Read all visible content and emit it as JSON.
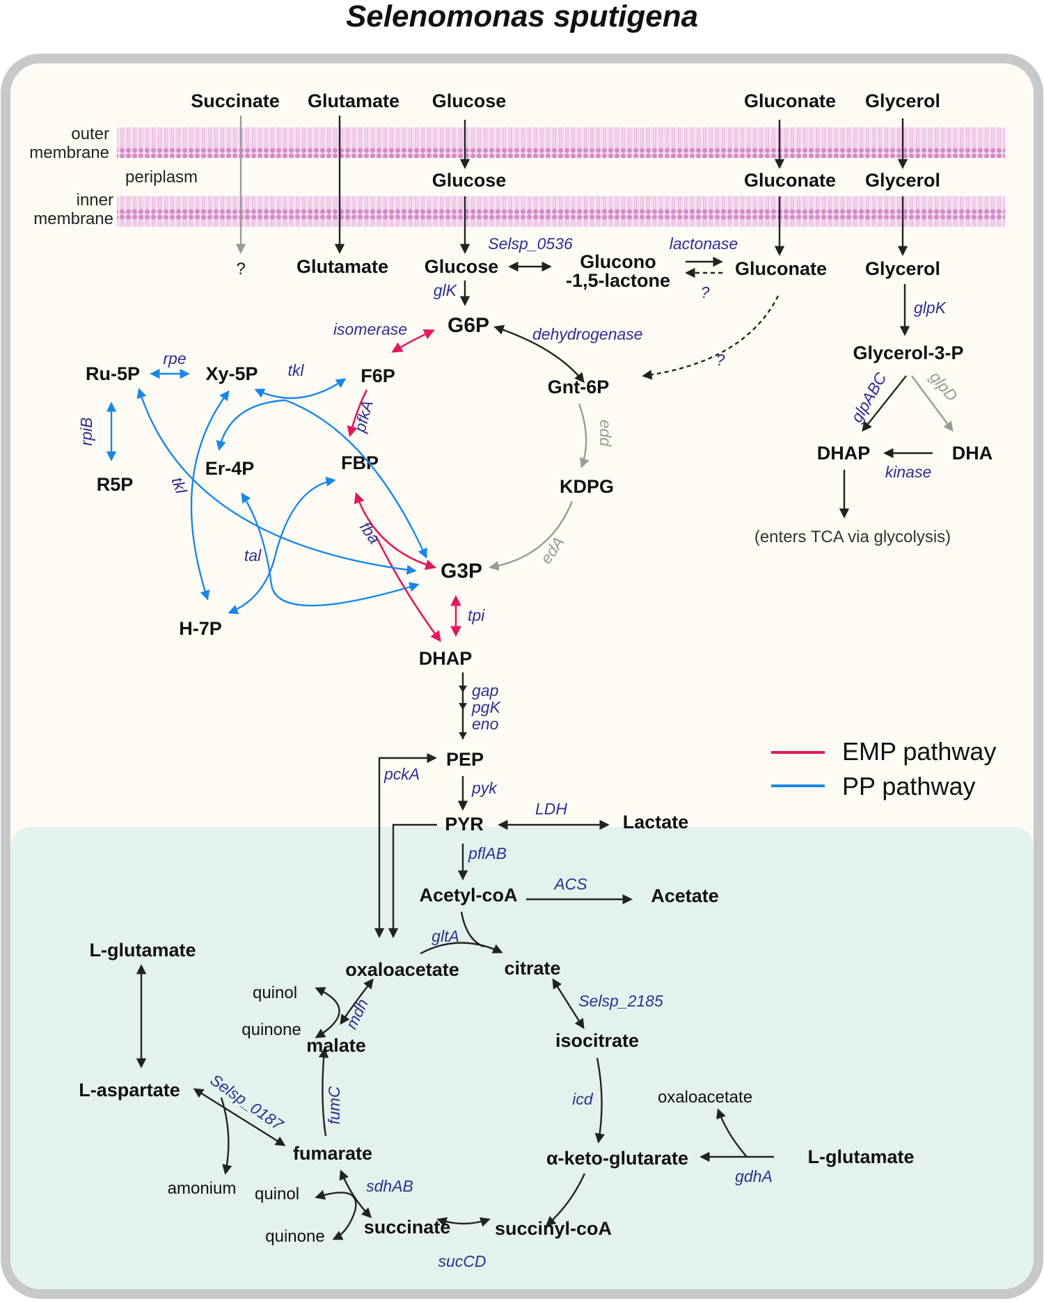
{
  "title": "Selenomonas sputigena",
  "colors": {
    "emp": "#e0195f",
    "pp": "#1a86e8",
    "enzyme_text": "#2e2e8f",
    "inactive": "#9a9a9a",
    "cytoplasm_bg": "#fdfbf4",
    "tca_bg": "#e4f2ee",
    "membrane": "#d48cc8",
    "cell_border": "#c6c8c9"
  },
  "compartments": {
    "outer_membrane": "outer\nmembrane",
    "outer_label_1": "outer",
    "outer_label_2": "membrane",
    "periplasm": "periplasm",
    "inner_label_1": "inner",
    "inner_label_2": "membrane"
  },
  "external": {
    "succinate": "Succinate",
    "glutamate": "Glutamate",
    "glucose": "Glucose",
    "gluconate": "Gluconate",
    "glycerol": "Glycerol"
  },
  "periplasmic": {
    "glucose": "Glucose",
    "gluconate": "Gluconate",
    "glycerol": "Glycerol"
  },
  "cytoplasm": {
    "unknown": "?",
    "glutamate": "Glutamate",
    "glucose": "Glucose",
    "glucono_1": "Glucono",
    "glucono_2": "-1,5-lactone",
    "gluconate": "Gluconate",
    "glycerol": "Glycerol",
    "g6p": "G6P",
    "f6p": "F6P",
    "fbp": "FBP",
    "gnt6p": "Gnt-6P",
    "kdpg": "KDPG",
    "g3p": "G3P",
    "dhap": "DHAP",
    "ru5p": "Ru-5P",
    "xy5p": "Xy-5P",
    "r5p": "R5P",
    "er4p": "Er-4P",
    "h7p": "H-7P",
    "glycerol3p": "Glycerol-3-P",
    "dhap_glycerol": "DHAP",
    "dha": "DHA",
    "tca_note": "(enters TCA via glycolysis)",
    "pep": "PEP",
    "pyr": "PYR",
    "lactate": "Lactate",
    "acetylcoa": "Acetyl-coA",
    "acetate": "Acetate"
  },
  "tca": {
    "oxaloacetate": "oxaloacetate",
    "citrate": "citrate",
    "isocitrate": "isocitrate",
    "akg": "α-keto-glutarate",
    "succinylcoa": "succinyl-coA",
    "succinate": "succinate",
    "fumarate": "fumarate",
    "malate": "malate",
    "l_glutamate_left": "L-glutamate",
    "l_aspartate": "L-aspartate",
    "amonium": "amonium",
    "quinol_1": "quinol",
    "quinone_1": "quinone",
    "quinol_2": "quinol",
    "quinone_2": "quinone",
    "oxaloacetate_side": "oxaloacetate",
    "l_glutamate_right": "L-glutamate"
  },
  "enzymes": {
    "selsp_0536": "Selsp_0536",
    "lactonase": "lactonase",
    "lactonase_q": "?",
    "glk": "glK",
    "isomerase": "isomerase",
    "dehydrogenase": "dehydrogenase",
    "gluconate_q": "?",
    "rpe": "rpe",
    "tkl_top": "tkl",
    "tkl_side": "tkl",
    "rpib": "rpiB",
    "pfka": "pfkA",
    "edd": "edd",
    "eda": "edA",
    "fba": "fba",
    "tal": "tal",
    "tpi": "tpi",
    "glpk": "glpK",
    "glpabc": "glpABC",
    "glpd": "glpD",
    "kinase": "kinase",
    "gap": "gap",
    "pgk": "pgK",
    "eno": "eno",
    "pcka": "pckA",
    "pyk": "pyk",
    "ldh": "LDH",
    "pflab": "pflAB",
    "acs": "ACS",
    "glta": "gltA",
    "mdh": "mdh",
    "selsp_2185": "Selsp_2185",
    "icd": "icd",
    "fumc": "fumC",
    "selsp_0187": "Selsp_0187",
    "sdhab": "sdhAB",
    "succd": "sucCD",
    "gdha": "gdhA"
  },
  "legend": {
    "items": [
      {
        "label": "EMP pathway",
        "color": "#e0195f"
      },
      {
        "label": "PP pathway",
        "color": "#1a86e8"
      }
    ]
  }
}
